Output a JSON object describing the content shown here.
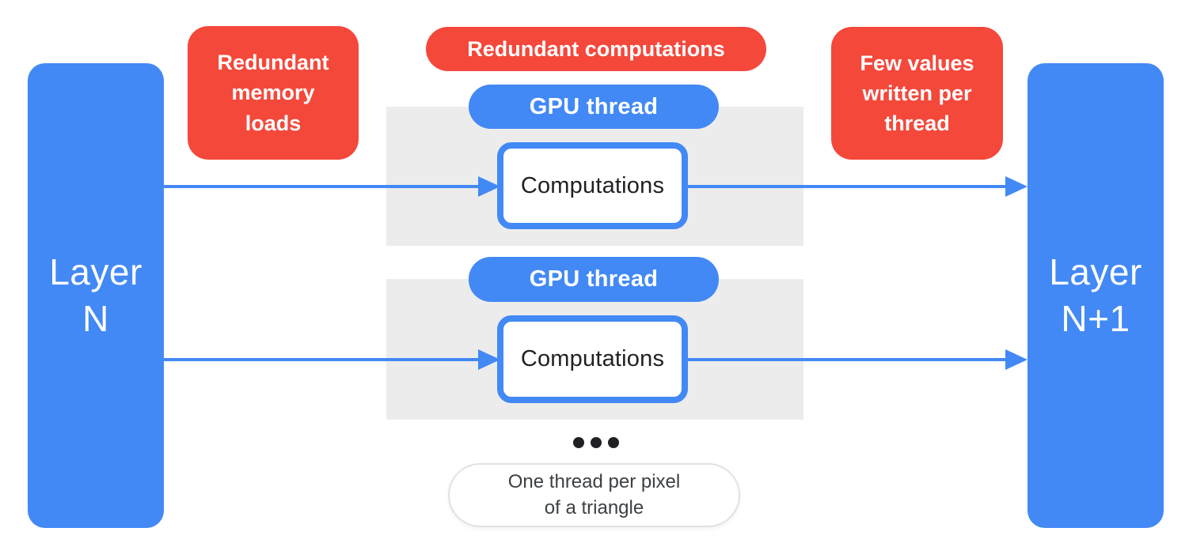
{
  "colors": {
    "blue": "#4289F5",
    "red": "#F4483B",
    "gray": "#ECECEC",
    "text_dark": "#202124",
    "text_gray": "#3C4043",
    "pill_border": "#E2E2E2"
  },
  "layers": {
    "left": "Layer\nN",
    "right": "Layer\nN+1"
  },
  "annotations": {
    "memory_loads": "Redundant\nmemory\nloads",
    "computations": "Redundant computations",
    "values_written": "Few values\nwritten per\nthread"
  },
  "threads": [
    {
      "pill": "GPU thread",
      "box": "Computations"
    },
    {
      "pill": "GPU thread",
      "box": "Computations"
    }
  ],
  "caption": "One thread per pixel\nof a triangle"
}
